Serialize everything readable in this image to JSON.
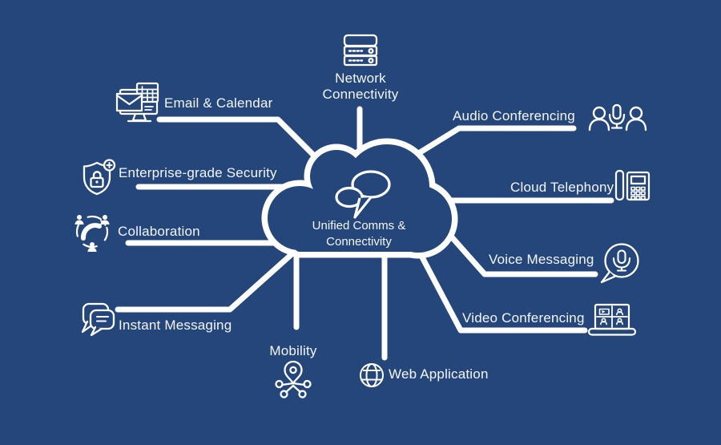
{
  "colors": {
    "background": "#24467b",
    "line": "#ffffff",
    "text": "#f4f6fa"
  },
  "center": {
    "title_line1": "Unified Comms &",
    "title_line2": "Connectivity",
    "icon": "chat-bubbles-icon"
  },
  "nodes": [
    {
      "id": "network-connectivity",
      "label": "Network Connectivity",
      "icon": "server-rack-icon"
    },
    {
      "id": "email-calendar",
      "label": "Email & Calendar",
      "icon": "email-calendar-icon"
    },
    {
      "id": "security",
      "label": "Enterprise-grade Security",
      "icon": "shield-lock-icon"
    },
    {
      "id": "collaboration",
      "label": "Collaboration",
      "icon": "phone-people-circle-icon"
    },
    {
      "id": "instant-messaging",
      "label": "Instant Messaging",
      "icon": "speech-bubbles-icon"
    },
    {
      "id": "mobility",
      "label": "Mobility",
      "icon": "location-network-icon"
    },
    {
      "id": "web-application",
      "label": "Web Application",
      "icon": "globe-icon"
    },
    {
      "id": "audio-conferencing",
      "label": "Audio Conferencing",
      "icon": "people-microphone-icon"
    },
    {
      "id": "cloud-telephony",
      "label": "Cloud Telephony",
      "icon": "desk-phone-icon"
    },
    {
      "id": "voice-messaging",
      "label": "Voice Messaging",
      "icon": "microphone-bubble-icon"
    },
    {
      "id": "video-conferencing",
      "label": "Video Conferencing",
      "icon": "laptop-video-call-icon"
    }
  ]
}
